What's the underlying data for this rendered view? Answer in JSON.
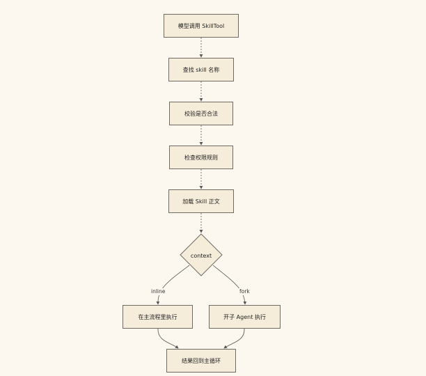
{
  "nodes": {
    "invoke": "模型调用 SkillTool",
    "lookup": "查找 skill 名称",
    "validate": "校验是否合法",
    "permissions": "检查权限规则",
    "load": "加载 Skill 正文",
    "decision": "context",
    "inline_exec": "在主流程里执行",
    "fork_exec": "开子 Agent 执行",
    "result": "结果回到主循环"
  },
  "edges": {
    "inline_label": "inline",
    "fork_label": "fork"
  },
  "colors": {
    "background": "#fdf8ef",
    "node_fill": "#f5ecda",
    "node_border": "#6e6a63",
    "line": "#555555"
  }
}
